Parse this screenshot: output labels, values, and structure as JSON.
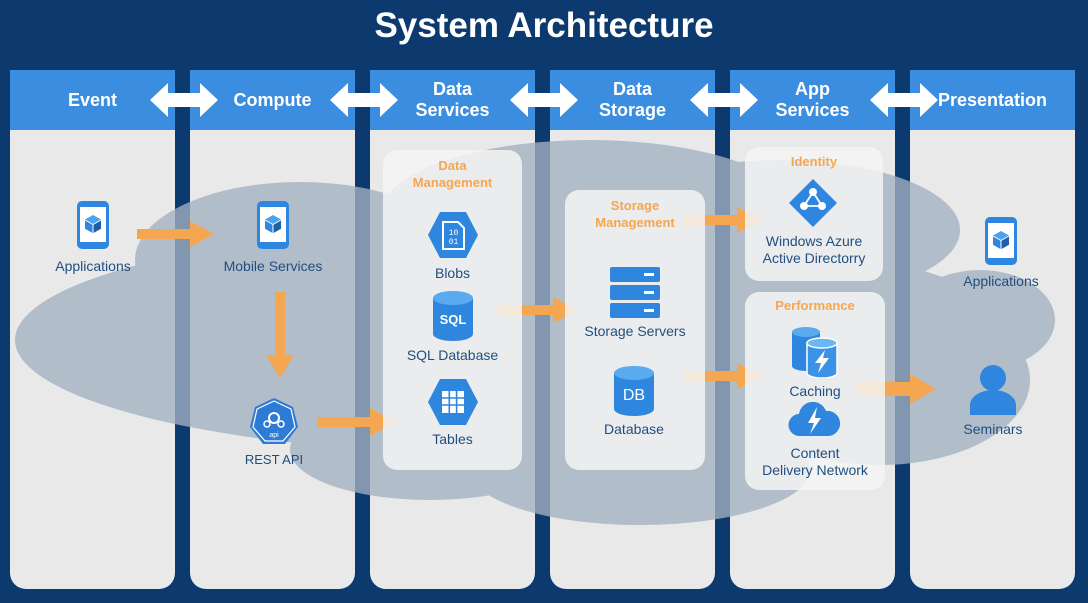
{
  "title": "System Architecture",
  "columns": [
    {
      "label": "Event"
    },
    {
      "label": "Compute"
    },
    {
      "label": "Data\nServices"
    },
    {
      "label": "Data\nStorage"
    },
    {
      "label": "App\nServices"
    },
    {
      "label": "Presentation"
    }
  ],
  "panels": {
    "data_management": "Data\nManagement",
    "storage_management": "Storage\nManagement",
    "identity": "Identity",
    "performance": "Performance"
  },
  "nodes": {
    "applications_event": "Applications",
    "mobile_services": "Mobile Services",
    "rest_api": "REST API",
    "rest_api_badge": "api",
    "blobs": "Blobs",
    "blobs_glyph": "10\n01",
    "sql_database": "SQL Database",
    "sql_glyph": "SQL",
    "tables": "Tables",
    "storage_servers": "Storage Servers",
    "database": "Database",
    "db_glyph": "DB",
    "windows_azure": "Windows Azure\nActive Directorry",
    "caching": "Caching",
    "cdn": "Content\nDelivery Network",
    "applications_presentation": "Applications",
    "seminars": "Seminars"
  },
  "colors": {
    "background": "#0d3a6e",
    "header_blue": "#3b8de0",
    "column_gray": "#e9e9e9",
    "cloud_gray": "#a3b1c2",
    "arrow_orange": "#f5a650",
    "icon_blue": "#2e86de",
    "label_blue": "#1f4f80"
  }
}
